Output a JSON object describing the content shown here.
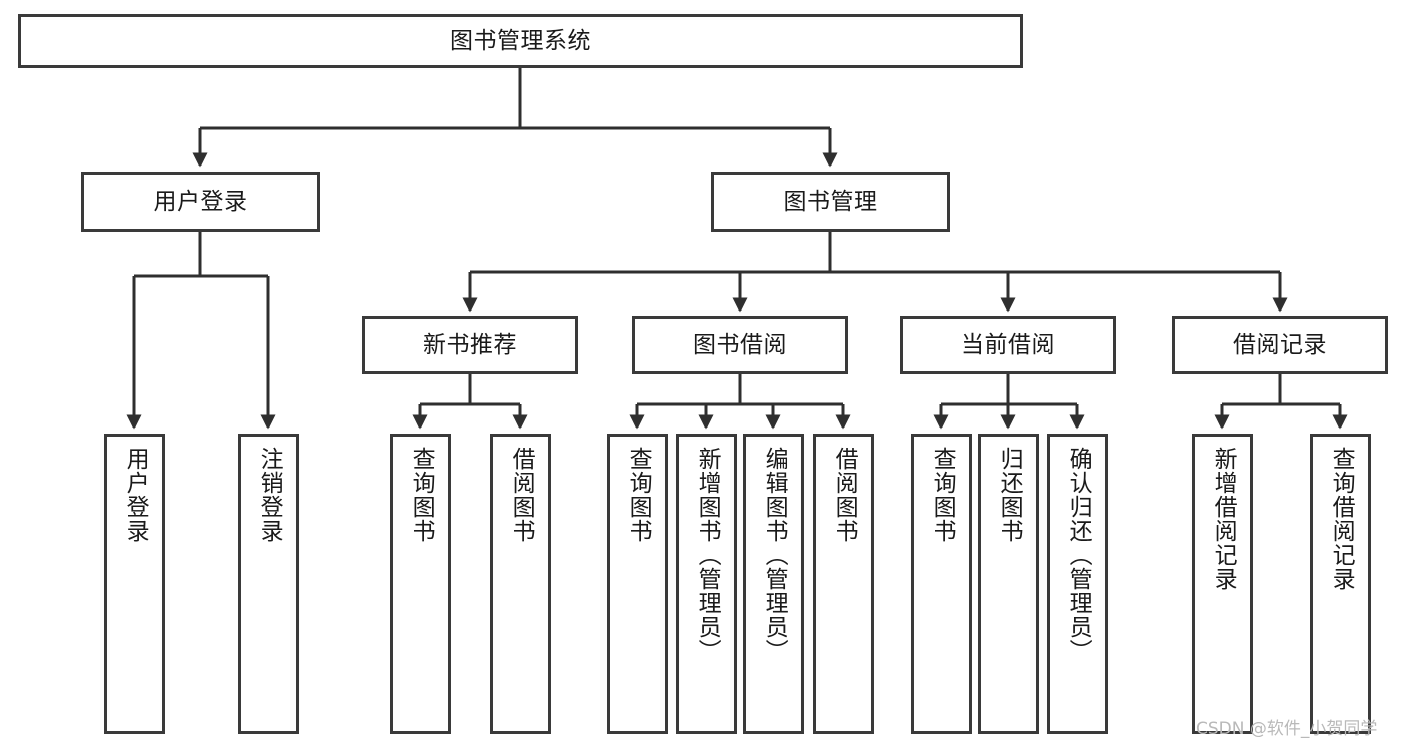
{
  "diagram": {
    "type": "tree-hierarchy-flowchart",
    "title": "图书管理系统",
    "orientation": "top-down",
    "colors": {
      "box_border": "#3a3a3a",
      "box_fill": "#ffffff",
      "edge": "#2f2f2f",
      "text": "#1a1a1a",
      "watermark": "#b9b9b9",
      "background": "#ffffff"
    },
    "root": {
      "id": "root",
      "label": "图书管理系统"
    },
    "level2": [
      {
        "id": "user-login",
        "label": "用户登录"
      },
      {
        "id": "book-management",
        "label": "图书管理"
      }
    ],
    "level3": [
      {
        "id": "new-book-recommend",
        "label": "新书推荐",
        "parent": "book-management"
      },
      {
        "id": "book-borrow",
        "label": "图书借阅",
        "parent": "book-management"
      },
      {
        "id": "current-borrow",
        "label": "当前借阅",
        "parent": "book-management"
      },
      {
        "id": "borrow-record",
        "label": "借阅记录",
        "parent": "book-management"
      }
    ],
    "leaves": [
      {
        "id": "leaf-user-login",
        "label": "用户登录",
        "parent": "user-login"
      },
      {
        "id": "leaf-logout-login",
        "label": "注销登录",
        "parent": "user-login"
      },
      {
        "id": "leaf-query-book-1",
        "label": "查询图书",
        "parent": "new-book-recommend"
      },
      {
        "id": "leaf-borrow-book-1",
        "label": "借阅图书",
        "parent": "new-book-recommend"
      },
      {
        "id": "leaf-query-book-2",
        "label": "查询图书",
        "parent": "book-borrow"
      },
      {
        "id": "leaf-add-book-admin",
        "label": "新增图书（管理员）",
        "parent": "book-borrow"
      },
      {
        "id": "leaf-edit-book-admin",
        "label": "编辑图书（管理员）",
        "parent": "book-borrow"
      },
      {
        "id": "leaf-borrow-book-2",
        "label": "借阅图书",
        "parent": "book-borrow"
      },
      {
        "id": "leaf-query-book-3",
        "label": "查询图书",
        "parent": "current-borrow"
      },
      {
        "id": "leaf-return-book",
        "label": "归还图书",
        "parent": "current-borrow"
      },
      {
        "id": "leaf-confirm-return-admin",
        "label": "确认归还（管理员）",
        "parent": "current-borrow"
      },
      {
        "id": "leaf-add-borrow-record",
        "label": "新增借阅记录",
        "parent": "borrow-record"
      },
      {
        "id": "leaf-query-borrow-record",
        "label": "查询借阅记录",
        "parent": "borrow-record"
      }
    ]
  },
  "watermark": {
    "text": "CSDN @软件_小贺同学"
  }
}
